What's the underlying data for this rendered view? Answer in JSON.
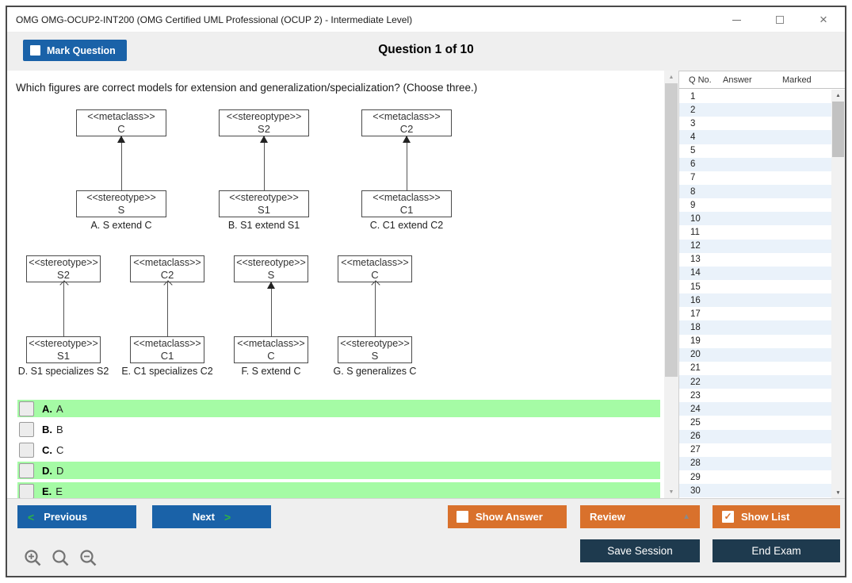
{
  "window": {
    "title": "OMG OMG-OCUP2-INT200 (OMG Certified UML Professional (OCUP 2) - Intermediate Level)"
  },
  "icons": {
    "close": "×",
    "check": "✓",
    "review_caret": "▲",
    "scroll_up": "▲",
    "scroll_down": "▼"
  },
  "header": {
    "mark_question_label": "Mark Question",
    "question_counter": "Question 1 of 10"
  },
  "question": {
    "text": "Which figures are correct models for extension and generalization/specialization? (Choose three.)"
  },
  "figures": {
    "row1": [
      {
        "top_keyword": "<<metaclass>>",
        "top_name": "C",
        "bottom_keyword": "<<stereotype>>",
        "bottom_name": "S",
        "arrow": "filled",
        "caption": "A. S extend C"
      },
      {
        "top_keyword": "<<stereoptype>>",
        "top_name": "S2",
        "bottom_keyword": "<<stereotype>>",
        "bottom_name": "S1",
        "arrow": "filled",
        "caption": "B. S1 extend S1"
      },
      {
        "top_keyword": "<<metaclass>>",
        "top_name": "C2",
        "bottom_keyword": "<<metaclass>>",
        "bottom_name": "C1",
        "arrow": "filled",
        "caption": "C. C1 extend C2"
      }
    ],
    "row2": [
      {
        "top_keyword": "<<stereotype>>",
        "top_name": "S2",
        "bottom_keyword": "<<stereotype>>",
        "bottom_name": "S1",
        "arrow": "open",
        "caption": "D. S1 specializes S2"
      },
      {
        "top_keyword": "<<metaclass>>",
        "top_name": "C2",
        "bottom_keyword": "<<metaclass>>",
        "bottom_name": "C1",
        "arrow": "open",
        "caption": "E. C1 specializes C2"
      },
      {
        "top_keyword": "<<stereotype>>",
        "top_name": "S",
        "bottom_keyword": "<<metaclass>>",
        "bottom_name": "C",
        "arrow": "filled",
        "caption": "F. S extend C"
      },
      {
        "top_keyword": "<<metaclass>>",
        "top_name": "C",
        "bottom_keyword": "<<stereotype>>",
        "bottom_name": "S",
        "arrow": "open",
        "caption": "G. S generalizes C"
      }
    ]
  },
  "answers": {
    "options": [
      {
        "letter": "A.",
        "text": "A",
        "cls": "hl"
      },
      {
        "letter": "B.",
        "text": "B",
        "cls": ""
      },
      {
        "letter": "C.",
        "text": "C",
        "cls": ""
      },
      {
        "letter": "D.",
        "text": "D",
        "cls": "hl"
      },
      {
        "letter": "E.",
        "text": "E",
        "cls": "hl"
      }
    ]
  },
  "question_list": {
    "col_no": "Q No.",
    "col_answer": "Answer",
    "col_marked": "Marked",
    "rows": [
      {
        "no": "1"
      },
      {
        "no": "2"
      },
      {
        "no": "3"
      },
      {
        "no": "4"
      },
      {
        "no": "5"
      },
      {
        "no": "6"
      },
      {
        "no": "7"
      },
      {
        "no": "8"
      },
      {
        "no": "9"
      },
      {
        "no": "10"
      },
      {
        "no": "11"
      },
      {
        "no": "12"
      },
      {
        "no": "13"
      },
      {
        "no": "14"
      },
      {
        "no": "15"
      },
      {
        "no": "16"
      },
      {
        "no": "17"
      },
      {
        "no": "18"
      },
      {
        "no": "19"
      },
      {
        "no": "20"
      },
      {
        "no": "21"
      },
      {
        "no": "22"
      },
      {
        "no": "23"
      },
      {
        "no": "24"
      },
      {
        "no": "25"
      },
      {
        "no": "26"
      },
      {
        "no": "27"
      },
      {
        "no": "28"
      },
      {
        "no": "29"
      },
      {
        "no": "30"
      }
    ]
  },
  "footer": {
    "previous_label": "Previous",
    "next_label": "Next",
    "prev_chevron": "<",
    "next_chevron": ">",
    "show_answer_label": "Show Answer",
    "review_label": "Review",
    "show_list_label": "Show List",
    "save_session_label": "Save Session",
    "end_exam_label": "End Exam"
  },
  "colors": {
    "accent_blue": "#1a62a8",
    "accent_orange": "#d9712c",
    "accent_navy": "#1e3a4e",
    "highlight_green": "#a5fba5",
    "row_alt_blue": "#eaf2fa"
  }
}
